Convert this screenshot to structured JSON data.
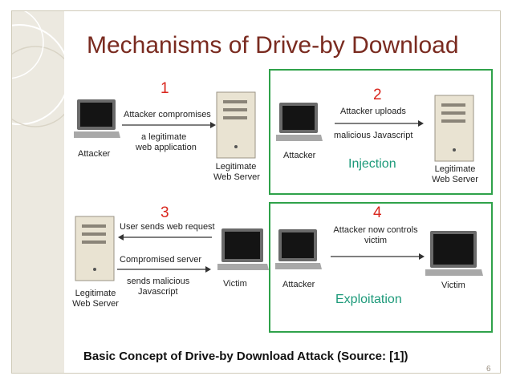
{
  "slide": {
    "title": "Mechanisms of Drive-by Download",
    "caption": "Basic Concept of Drive-by Download Attack (Source: [1])",
    "page_number": "6"
  },
  "panel1": {
    "number": "1",
    "attacker_label": "Attacker",
    "arrow_text_1": "Attacker compromises",
    "arrow_text_2": "a legitimate",
    "arrow_text_3": "web application",
    "server_label_1": "Legitimate",
    "server_label_2": "Web Server"
  },
  "panel2": {
    "number": "2",
    "arrow_text_1": "Attacker uploads",
    "arrow_text_2": "malicious Javascript",
    "attacker_label": "Attacker",
    "stage": "Injection",
    "server_label_1": "Legitimate",
    "server_label_2": "Web Server"
  },
  "panel3": {
    "number": "3",
    "arrow_top": "User sends web request",
    "arrow_bottom_1": "Compromised server",
    "arrow_bottom_2": "sends malicious",
    "arrow_bottom_3": "Javascript",
    "server_label_1": "Legitimate",
    "server_label_2": "Web Server",
    "victim_label": "Victim"
  },
  "panel4": {
    "number": "4",
    "arrow_text_1": "Attacker now controls",
    "arrow_text_2": "victim",
    "attacker_label": "Attacker",
    "victim_label": "Victim",
    "stage": "Exploitation"
  },
  "colors": {
    "title": "#7a2b20",
    "numbers": "#d9251c",
    "green_box": "#2fa24a",
    "stage_text": "#1d9a7a"
  }
}
